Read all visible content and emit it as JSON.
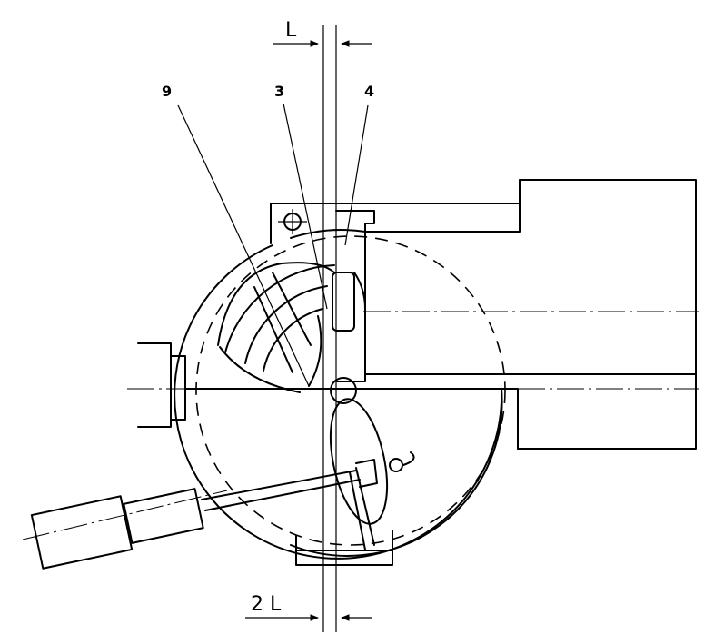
{
  "labels": {
    "top_dimension": "L",
    "bottom_dimension": "2 L",
    "part_9": "9",
    "part_3": "3",
    "part_4": "4"
  },
  "icons": [
    "level-bubble-icon"
  ]
}
